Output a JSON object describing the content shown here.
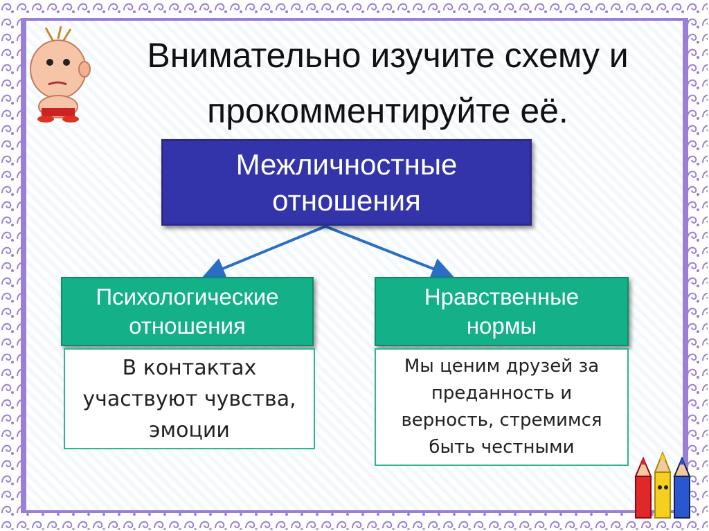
{
  "title": {
    "line1": "Внимательно изучите схему и",
    "line2": "прокомментируйте её."
  },
  "diagram": {
    "root": {
      "line1": "Межличностные",
      "line2": "отношения"
    },
    "left": {
      "header": {
        "line1": "Психологические",
        "line2": "отношения"
      },
      "body": {
        "line1": "В контактах",
        "line2": "участвуют чувства,",
        "line3": "эмоции"
      }
    },
    "right": {
      "header": {
        "line1": "Нравственные",
        "line2": "нормы"
      },
      "body": {
        "line1": "Мы ценим друзей за",
        "line2": "преданность и",
        "line3": "верность, стремимся",
        "line4": "быть честными"
      }
    }
  },
  "icons": {
    "character": "thinking-boy-icon",
    "decoration": "pencils-icon"
  },
  "colors": {
    "frame": "#9a7fd6",
    "root_box": "#3333aa",
    "teal_box": "#14b088",
    "arrow": "#2a6fc4"
  }
}
